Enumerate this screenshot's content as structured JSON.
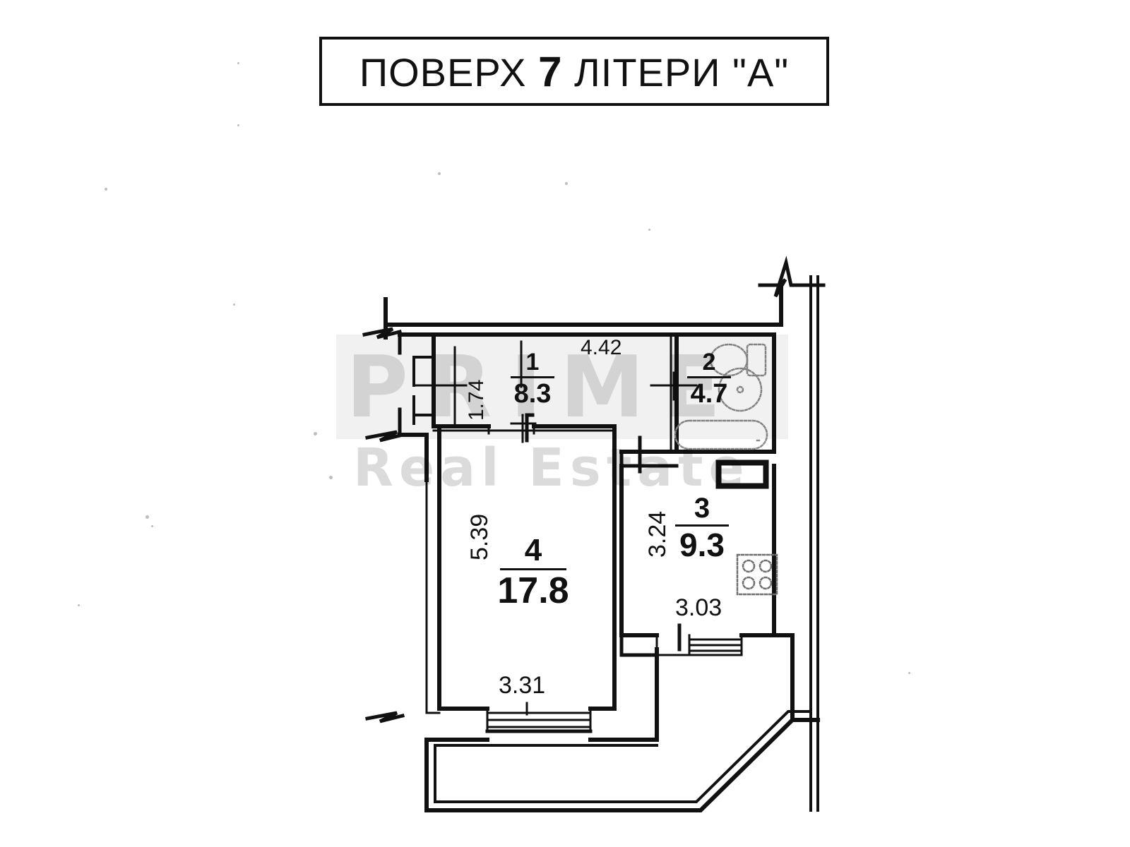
{
  "document": {
    "type": "floor-plan",
    "title_prefix": "ПОВЕРХ",
    "title_floor": "7",
    "title_suffix": "ЛІТЕРИ \"А\"",
    "title_full": "ПОВЕРХ 7 ЛІТЕРИ \"А\""
  },
  "watermark": {
    "line1": "PRIME",
    "line2": "Real Estate"
  },
  "rooms": [
    {
      "id": "room-1",
      "number": "1",
      "area": "8.3",
      "name": "hallway"
    },
    {
      "id": "room-2",
      "number": "2",
      "area": "4.7",
      "name": "bathroom"
    },
    {
      "id": "room-3",
      "number": "3",
      "area": "9.3",
      "name": "kitchen"
    },
    {
      "id": "room-4",
      "number": "4",
      "area": "17.8",
      "name": "living-room"
    }
  ],
  "dimensions": {
    "hall_height": "1.74",
    "hall_width": "4.42",
    "living_height": "5.39",
    "living_width": "3.31",
    "kitchen_height": "3.24",
    "kitchen_width": "3.03"
  },
  "fixtures": [
    {
      "name": "toilet",
      "room": "room-2"
    },
    {
      "name": "sink",
      "room": "room-2"
    },
    {
      "name": "bathtub",
      "room": "room-2"
    },
    {
      "name": "stove",
      "room": "room-3"
    },
    {
      "name": "counter",
      "room": "room-3"
    }
  ],
  "colors": {
    "line": "#111111",
    "paper": "#ffffff",
    "watermark": "rgba(0,0,0,0.13)"
  }
}
